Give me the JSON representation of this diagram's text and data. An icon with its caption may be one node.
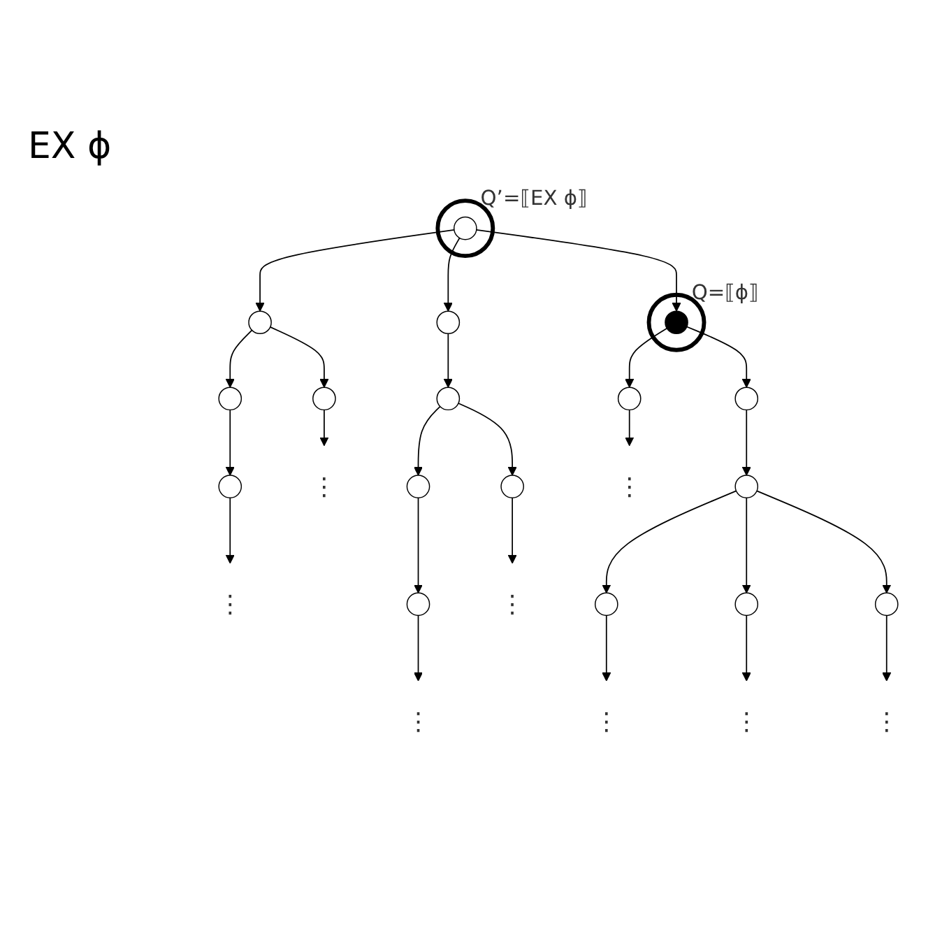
{
  "diagram": {
    "nodes": [
      {
        "text": [],
        "shape": "circle",
        "beside": [
          "Q’=⟦EX ϕ⟧"
        ]
      },
      {
        "text": [],
        "shape": "circle",
        "in": 0
      },
      {
        "text": [],
        "shape": "circle"
      },
      {
        "text": [],
        "shape": "circle"
      },
      {
        "text": [],
        "shape": "circle",
        "beside": [
          "Q=⟦ϕ⟧"
        ]
      },
      {
        "text": [],
        "shape": "circle",
        "in": 4
      },
      {
        "text": [],
        "shape": "circle"
      },
      {
        "text": [],
        "shape": "circle"
      },
      {
        "text": [],
        "shape": "circle"
      },
      {
        "text": [],
        "shape": "circle"
      },
      {
        "text": [],
        "shape": "circle"
      },
      {
        "text": [],
        "shape": "circle"
      },
      {
        "text": [
          "⋮"
        ]
      },
      {
        "text": [],
        "shape": "circle"
      },
      {
        "text": [],
        "shape": "circle"
      },
      {
        "text": [
          "⋮"
        ]
      },
      {
        "text": [],
        "shape": "circle"
      },
      {
        "text": [
          "⋮"
        ]
      },
      {
        "text": [],
        "shape": "circle"
      },
      {
        "text": [
          "⋮"
        ]
      },
      {
        "text": [],
        "shape": "circle"
      },
      {
        "text": [],
        "shape": "circle"
      },
      {
        "text": [],
        "shape": "circle"
      },
      {
        "text": [
          "⋮"
        ]
      },
      {
        "text": [
          "⋮"
        ]
      },
      {
        "text": [
          "⋮"
        ]
      },
      {
        "text": [
          "⋮"
        ]
      }
    ],
    "edges": [
      {
        "from": 1,
        "to": 2,
        "arrow": "to"
      },
      {
        "from": 1,
        "to": 3,
        "arrow": "to"
      },
      {
        "from": 1,
        "to": 5,
        "arrow": "to"
      },
      {
        "from": 2,
        "to": 6,
        "arrow": "to"
      },
      {
        "from": 2,
        "to": 7,
        "arrow": "to"
      },
      {
        "from": 3,
        "to": 8,
        "arrow": "to"
      },
      {
        "from": 5,
        "to": 9,
        "arrow": "to"
      },
      {
        "from": 5,
        "to": 10,
        "arrow": "to"
      },
      {
        "from": 6,
        "to": 11,
        "arrow": "to"
      },
      {
        "from": 7,
        "to": 12,
        "arrow": "to"
      },
      {
        "from": 8,
        "to": 13,
        "arrow": "to"
      },
      {
        "from": 8,
        "to": 14,
        "arrow": "to"
      },
      {
        "from": 9,
        "to": 15,
        "arrow": "to"
      },
      {
        "from": 10,
        "to": 16,
        "arrow": "to"
      },
      {
        "from": 11,
        "to": 17,
        "arrow": "to"
      },
      {
        "from": 13,
        "to": 18,
        "arrow": "to"
      },
      {
        "from": 14,
        "to": 19,
        "arrow": "to"
      },
      {
        "from": 16,
        "to": 20,
        "arrow": "to"
      },
      {
        "from": 16,
        "to": 21,
        "arrow": "to"
      },
      {
        "from": 16,
        "to": 22,
        "arrow": "to"
      },
      {
        "from": 18,
        "to": 23,
        "arrow": "to"
      },
      {
        "from": 20,
        "to": 24,
        "arrow": "to"
      },
      {
        "from": 21,
        "to": 25,
        "arrow": "to"
      },
      {
        "from": 22,
        "to": 26,
        "arrow": "to"
      }
    ],
    "labels": [
      "EX ϕ"
    ]
  }
}
